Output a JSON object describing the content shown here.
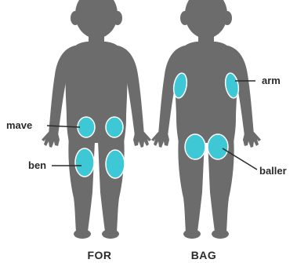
{
  "colors": {
    "body": "#6c6c6c",
    "site": "#3ec8d6",
    "site_stroke": "#ffffff",
    "text": "#2b2b2b",
    "background": "#ffffff"
  },
  "figures": {
    "front": {
      "caption": "FOR"
    },
    "back": {
      "caption": "BAG"
    }
  },
  "labels": {
    "belly": "mave",
    "thigh": "ben",
    "arm": "arm",
    "buttocks": "baller"
  }
}
